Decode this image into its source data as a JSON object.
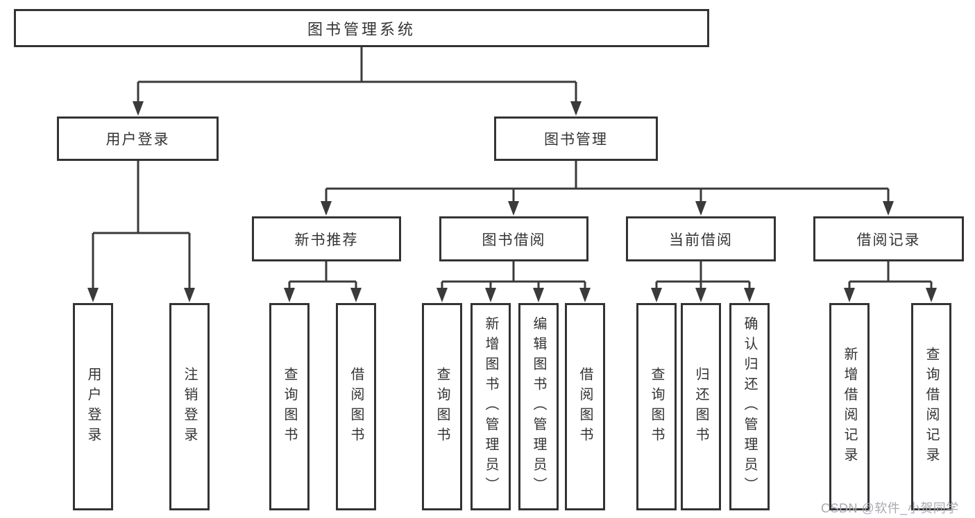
{
  "diagram": {
    "title": "图书管理系统",
    "level2": {
      "user_login": "用户登录",
      "book_management": "图书管理"
    },
    "level3": {
      "new_book_recommend": "新书推荐",
      "book_borrow": "图书借阅",
      "current_borrow": "当前借阅",
      "borrow_record": "借阅记录"
    },
    "leaves": {
      "user_login_1": "用户登录",
      "user_login_2": "注销登录",
      "new_book_1": "查询图书",
      "new_book_2": "借阅图书",
      "book_borrow_1": "查询图书",
      "book_borrow_2": "新增图书（管理员）",
      "book_borrow_3": "编辑图书（管理员）",
      "book_borrow_4": "借阅图书",
      "current_borrow_1": "查询图书",
      "current_borrow_2": "归还图书",
      "current_borrow_3": "确认归还（管理员）",
      "borrow_record_1": "新增借阅记录",
      "borrow_record_2": "查询借阅记录"
    }
  },
  "watermark": "CSDN @软件_小贺同学",
  "colors": {
    "line": "#3a3a3a",
    "box_border": "#333333",
    "box_fill": "#ffffff",
    "text": "#333333",
    "watermark": "#a9a9b0"
  }
}
